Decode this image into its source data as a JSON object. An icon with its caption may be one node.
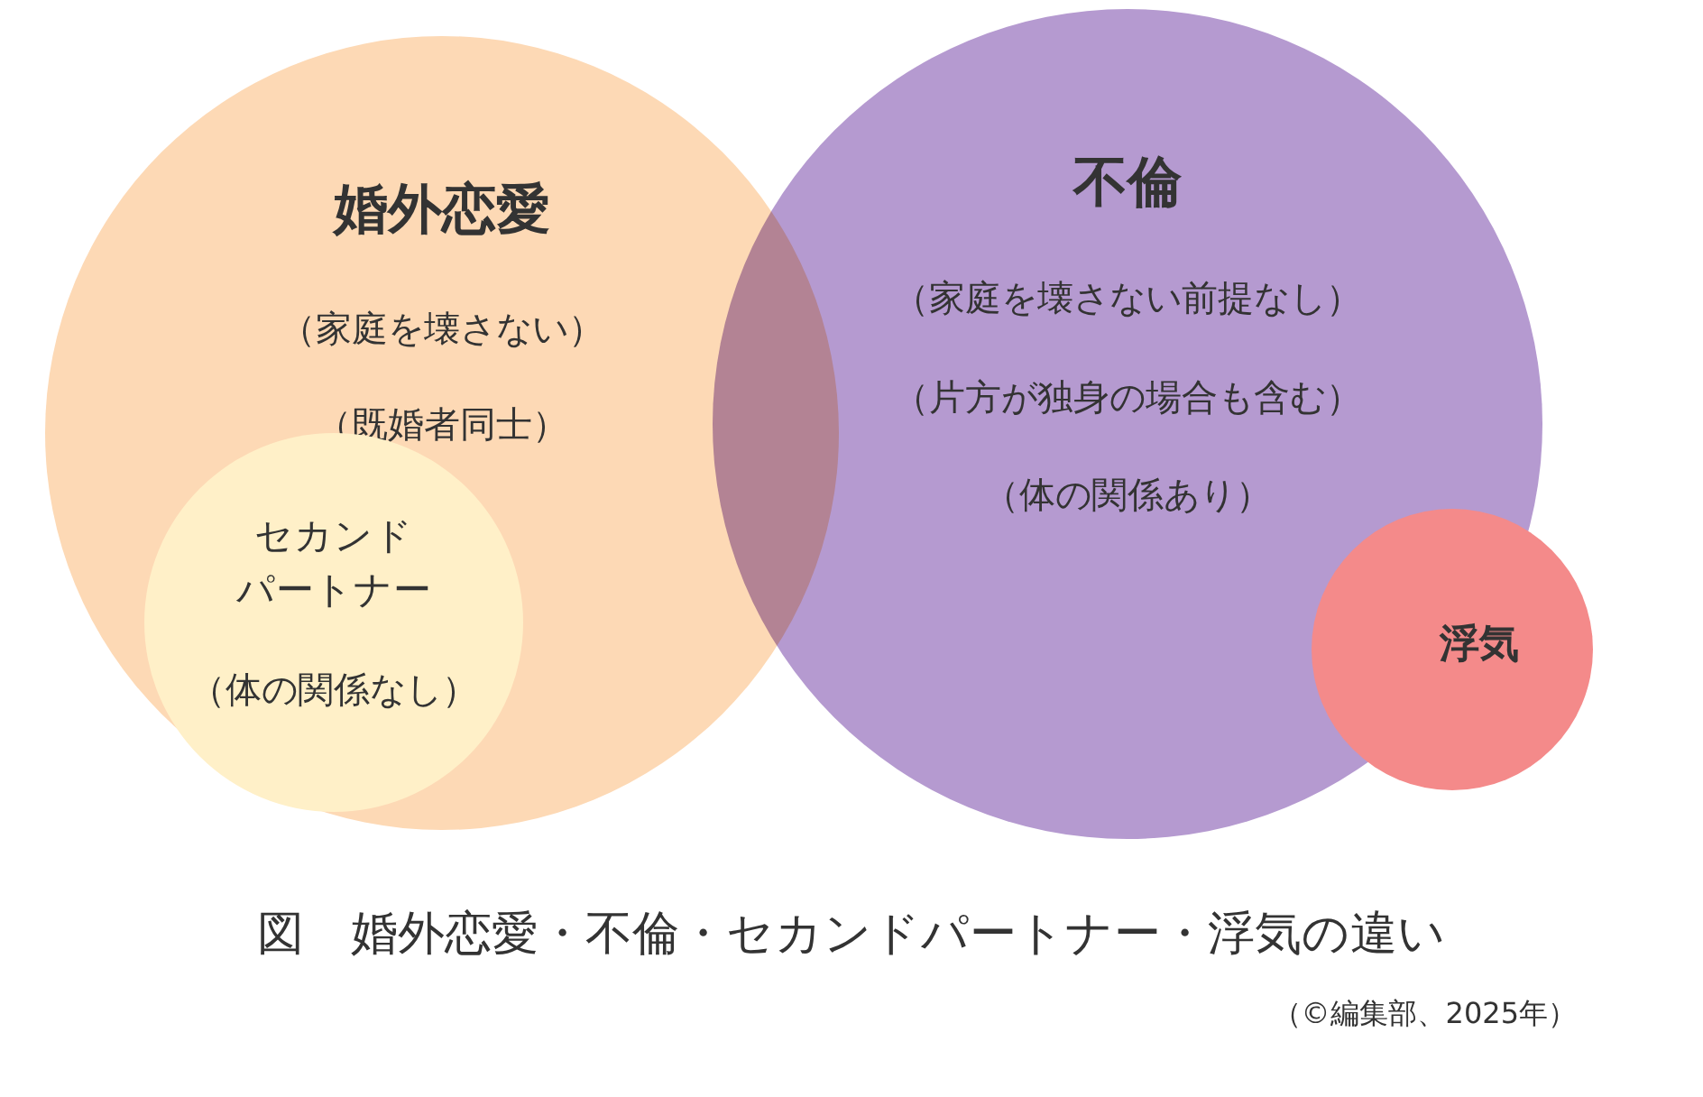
{
  "diagram": {
    "caption": "図　婚外恋愛・不倫・セカンドパートナー・浮気の違い",
    "nodes": [
      {
        "text": [
          "婚外恋愛",
          "（家庭を壊さない）",
          "（既婚者同士）"
        ]
      },
      {
        "text": [
          "セカンドパートナー",
          "（体の関係なし）"
        ],
        "in": 0
      },
      {
        "text": [
          "不倫",
          "（家庭を壊さない前提なし）",
          "（片方が独身の場合も含む）",
          "（体の関係あり）"
        ]
      },
      {
        "text": [
          "浮気"
        ]
      }
    ],
    "edges": [],
    "labels": [
      "（©編集部、2025年）"
    ]
  }
}
